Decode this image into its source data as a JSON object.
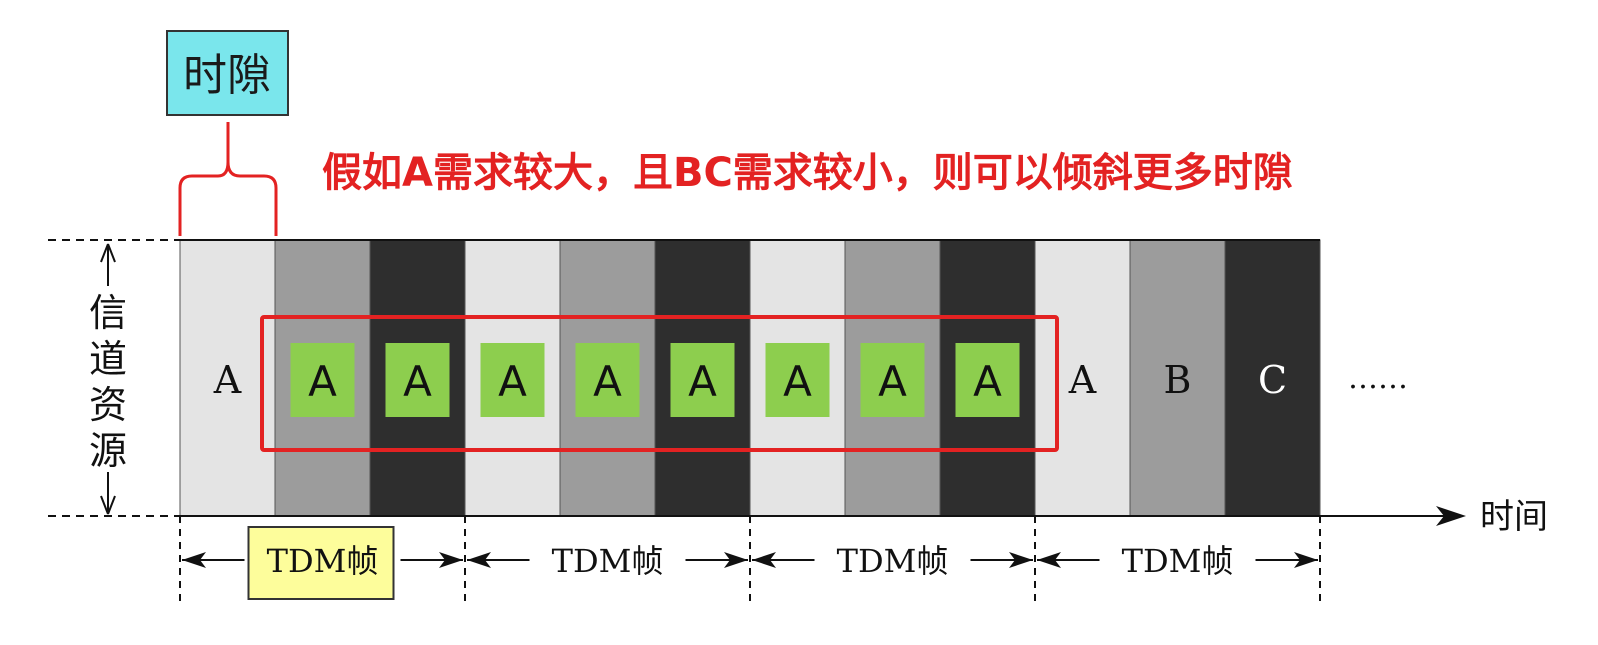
{
  "callout": {
    "slot_label": "时隙",
    "note": "假如A需求较大，且BC需求较小，则可以倾斜更多时隙",
    "slot_box_fill": "#7ae6ec",
    "frame_box_fill": "#fdfd9b",
    "highlight_color": "#e32222",
    "note_color": "#e32222"
  },
  "axes": {
    "y_label_chars": [
      "信",
      "道",
      "资",
      "源"
    ],
    "x_label": "时间"
  },
  "frames": [
    {
      "label": "TDM帧",
      "highlighted": true
    },
    {
      "label": "TDM帧",
      "highlighted": false
    },
    {
      "label": "TDM帧",
      "highlighted": false
    },
    {
      "label": "TDM帧",
      "highlighted": false
    }
  ],
  "slots": [
    {
      "shade": "light",
      "letter": "A",
      "tagged": false
    },
    {
      "shade": "mid",
      "letter": "A",
      "tagged": true
    },
    {
      "shade": "dark",
      "letter": "A",
      "tagged": true
    },
    {
      "shade": "light",
      "letter": "A",
      "tagged": true
    },
    {
      "shade": "mid",
      "letter": "A",
      "tagged": true
    },
    {
      "shade": "dark",
      "letter": "A",
      "tagged": true
    },
    {
      "shade": "light",
      "letter": "A",
      "tagged": true
    },
    {
      "shade": "mid",
      "letter": "A",
      "tagged": true
    },
    {
      "shade": "dark",
      "letter": "A",
      "tagged": true
    },
    {
      "shade": "light",
      "letter": "A",
      "tagged": false
    },
    {
      "shade": "mid",
      "letter": "B",
      "tagged": false
    },
    {
      "shade": "dark",
      "letter": "C",
      "tagged": false
    }
  ],
  "shade_colors": {
    "light": "#e4e4e4",
    "mid": "#9c9c9c",
    "dark": "#2e2e2e"
  },
  "tag_color": "#8dce4e",
  "continuation": "……"
}
